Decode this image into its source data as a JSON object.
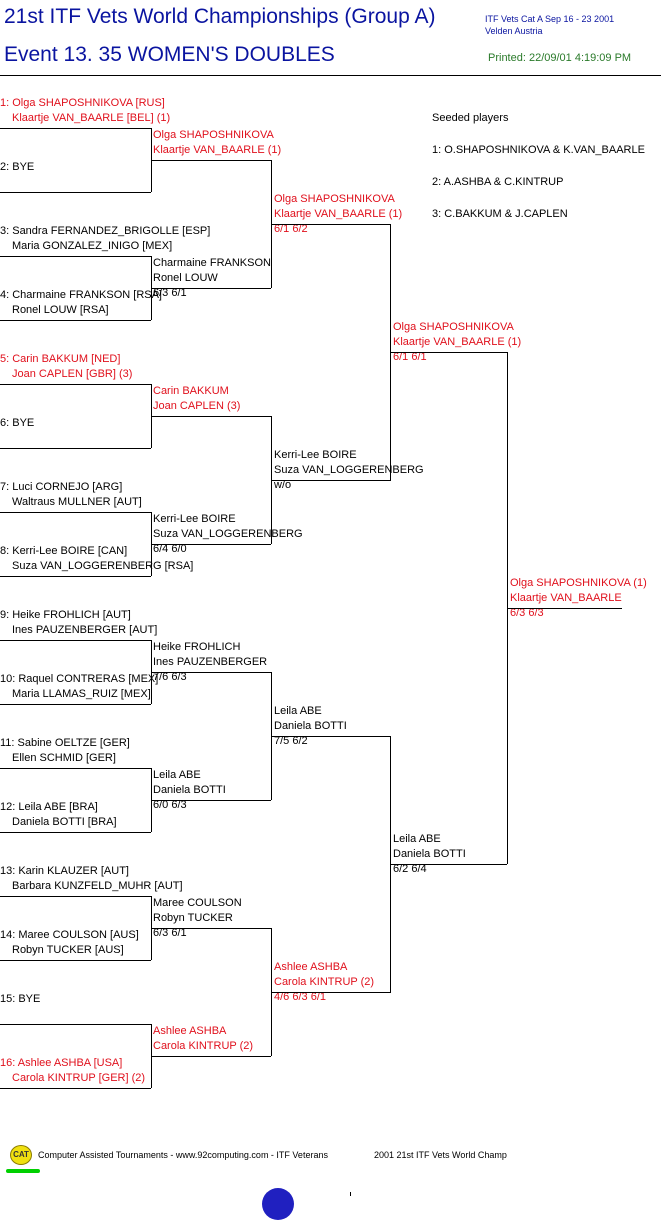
{
  "header": {
    "title": "21st ITF Vets World Championships (Group A)",
    "event": "Event 13. 35 WOMEN'S DOUBLES",
    "meta_line1": "ITF Vets Cat A   Sep 16 - 23 2001",
    "meta_line2": "Velden   Austria",
    "printed": "Printed: 22/09/01 4:19:09 PM"
  },
  "seeds": {
    "title": "Seeded players",
    "list": [
      "1: O.SHAPOSHNIKOVA & K.VAN_BAARLE",
      "2: A.ASHBA & C.KINTRUP",
      "3: C.BAKKUM & J.CAPLEN"
    ]
  },
  "round1": [
    {
      "p1": "1: Olga SHAPOSHNIKOVA [RUS]",
      "p2": "Klaartje VAN_BAARLE [BEL] (1)"
    },
    {
      "p1": "2: BYE",
      "p2": ""
    },
    {
      "p1": "3: Sandra FERNANDEZ_BRIGOLLE [ESP]",
      "p2": "Maria GONZALEZ_INIGO [MEX]"
    },
    {
      "p1": "4: Charmaine FRANKSON [RSA]",
      "p2": "Ronel LOUW [RSA]"
    },
    {
      "p1": "5: Carin BAKKUM [NED]",
      "p2": "Joan CAPLEN [GBR] (3)"
    },
    {
      "p1": "6: BYE",
      "p2": ""
    },
    {
      "p1": "7: Luci CORNEJO [ARG]",
      "p2": "Waltraus MULLNER [AUT]"
    },
    {
      "p1": "8: Kerri-Lee BOIRE [CAN]",
      "p2": "Suza VAN_LOGGERENBERG [RSA]"
    },
    {
      "p1": "9: Heike FROHLICH [AUT]",
      "p2": "Ines PAUZENBERGER [AUT]"
    },
    {
      "p1": "10: Raquel CONTRERAS [MEX]",
      "p2": "Maria LLAMAS_RUIZ [MEX]"
    },
    {
      "p1": "11: Sabine OELTZE [GER]",
      "p2": "Ellen SCHMID [GER]"
    },
    {
      "p1": "12: Leila ABE [BRA]",
      "p2": "Daniela BOTTI [BRA]"
    },
    {
      "p1": "13: Karin KLAUZER [AUT]",
      "p2": "Barbara KUNZFELD_MUHR [AUT]"
    },
    {
      "p1": "14: Maree COULSON [AUS]",
      "p2": "Robyn TUCKER [AUS]"
    },
    {
      "p1": "15: BYE",
      "p2": ""
    },
    {
      "p1": "16: Ashlee ASHBA [USA]",
      "p2": "Carola KINTRUP [GER] (2)"
    }
  ],
  "round2": [
    {
      "p1": "Olga SHAPOSHNIKOVA",
      "p2": "Klaartje VAN_BAARLE (1)",
      "score": ""
    },
    {
      "p1": "Charmaine FRANKSON",
      "p2": "Ronel LOUW",
      "score": "6/3 6/1"
    },
    {
      "p1": "Carin BAKKUM",
      "p2": "Joan CAPLEN (3)",
      "score": ""
    },
    {
      "p1": "Kerri-Lee BOIRE",
      "p2": "Suza VAN_LOGGERENBERG",
      "score": "6/4 6/0"
    },
    {
      "p1": "Heike FROHLICH",
      "p2": "Ines PAUZENBERGER",
      "score": "7/6 6/3"
    },
    {
      "p1": "Leila ABE",
      "p2": "Daniela BOTTI",
      "score": "6/0 6/3"
    },
    {
      "p1": "Maree COULSON",
      "p2": "Robyn TUCKER",
      "score": "6/3 6/1"
    },
    {
      "p1": "Ashlee ASHBA",
      "p2": "Carola KINTRUP (2)",
      "score": ""
    }
  ],
  "round3": [
    {
      "p1": "Olga SHAPOSHNIKOVA",
      "p2": "Klaartje VAN_BAARLE (1)",
      "score": "6/1 6/2"
    },
    {
      "p1": "Kerri-Lee BOIRE",
      "p2": "Suza VAN_LOGGERENBERG",
      "score": "w/o"
    },
    {
      "p1": "Leila ABE",
      "p2": "Daniela BOTTI",
      "score": "7/5 6/2"
    },
    {
      "p1": "Ashlee ASHBA",
      "p2": "Carola KINTRUP (2)",
      "score": "4/6 6/3 6/1"
    }
  ],
  "round4": [
    {
      "p1": "Olga SHAPOSHNIKOVA",
      "p2": "Klaartje VAN_BAARLE (1)",
      "score": "6/1 6/1"
    },
    {
      "p1": "Leila ABE",
      "p2": "Daniela BOTTI",
      "score": "6/2 6/4"
    }
  ],
  "final": {
    "p1": "Olga SHAPOSHNIKOVA (1)",
    "p2": "Klaartje VAN_BAARLE",
    "score": "6/3 6/3"
  },
  "footer": {
    "logo": "CAT",
    "left": "Computer Assisted Tournaments - www.92computing.com -  ITF Veterans",
    "right": "2001 21st ITF Vets World Champ"
  },
  "colors": {
    "seeded": "#e0101c",
    "normal": "#000000",
    "title": "#0a14a0",
    "printed": "#2a7a2a"
  }
}
